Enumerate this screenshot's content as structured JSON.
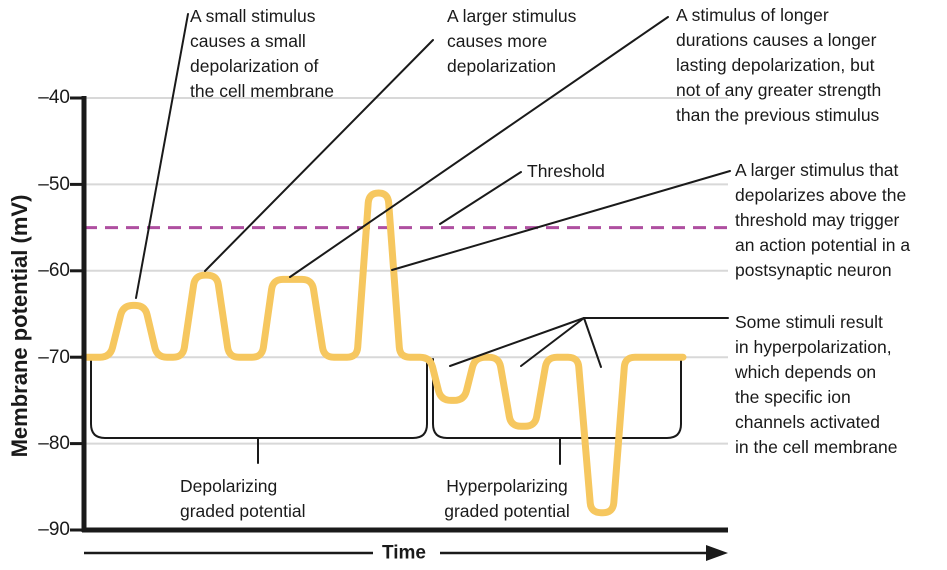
{
  "figure": {
    "y_axis_label": "Membrane potential (mV)",
    "x_axis_label": "Time",
    "threshold_label": "Threshold",
    "brace_labels": {
      "depolarizing": "Depolarizing\ngraded potential",
      "hyperpolarizing": "Hyperpolarizing\ngraded potential"
    },
    "annotations": {
      "small_stimulus": "A small stimulus\ncauses a small\ndepolarization of\nthe cell membrane",
      "larger_stimulus": "A larger stimulus\ncauses more\ndepolarization",
      "longer_stimulus": "A stimulus of longer\ndurations causes a longer\nlasting depolarization, but\nnot of any greater strength\nthan the previous stimulus",
      "above_threshold": "A larger stimulus that\ndepolarizes above the\nthreshold may trigger\nan action potential in a\npostsynaptic neuron",
      "hyperpolarization": "Some stimuli result\nin hyperpolarization,\nwhich depends on\nthe specific ion\nchannels activated\nin the cell membrane"
    },
    "colors": {
      "trace": "#F6C75F",
      "threshold": "#AF4FA0",
      "gridline": "#D8D8D8",
      "ink": "#1A1A1A"
    }
  },
  "chart_data": {
    "type": "line",
    "xlabel": "Time",
    "ylabel": "Membrane potential (mV)",
    "ylim": [
      -90,
      -40
    ],
    "grid": true,
    "ytick_labels": [
      "–40",
      "–50",
      "–60",
      "–70",
      "–80",
      "–90"
    ],
    "ytick_values": [
      -40,
      -50,
      -60,
      -70,
      -80,
      -90
    ],
    "resting_potential_mV": -70,
    "threshold_mV": -55,
    "pulse_peaks_mV": [
      -64,
      -60.5,
      -61,
      -51,
      -75,
      -78,
      -88
    ],
    "regions": [
      {
        "label": "Depolarizing graded potential",
        "t_range": [
          1,
          53.3
        ]
      },
      {
        "label": "Hyperpolarizing graded potential",
        "t_range": [
          54.2,
          92.7
        ]
      }
    ],
    "series": [
      {
        "name": "membrane potential",
        "points": [
          [
            0,
            -70
          ],
          [
            4.04,
            -70
          ],
          [
            6.06,
            -64
          ],
          [
            9.47,
            -64
          ],
          [
            11.34,
            -70
          ],
          [
            15.37,
            -70
          ],
          [
            17.24,
            -60.5
          ],
          [
            20.65,
            -60.5
          ],
          [
            22.52,
            -70
          ],
          [
            27.64,
            -70
          ],
          [
            29.35,
            -61
          ],
          [
            35.4,
            -61
          ],
          [
            37.27,
            -70
          ],
          [
            42.39,
            -70
          ],
          [
            44.25,
            -51
          ],
          [
            47.2,
            -51
          ],
          [
            49.07,
            -70
          ],
          [
            53.73,
            -70
          ],
          [
            55.43,
            -75
          ],
          [
            59.01,
            -75
          ],
          [
            60.71,
            -70
          ],
          [
            64.44,
            -70
          ],
          [
            66.3,
            -78
          ],
          [
            70.03,
            -78
          ],
          [
            71.89,
            -70
          ],
          [
            76.71,
            -70
          ],
          [
            78.73,
            -88
          ],
          [
            82.14,
            -88
          ],
          [
            84.01,
            -70
          ],
          [
            93.01,
            -70
          ]
        ]
      }
    ]
  }
}
